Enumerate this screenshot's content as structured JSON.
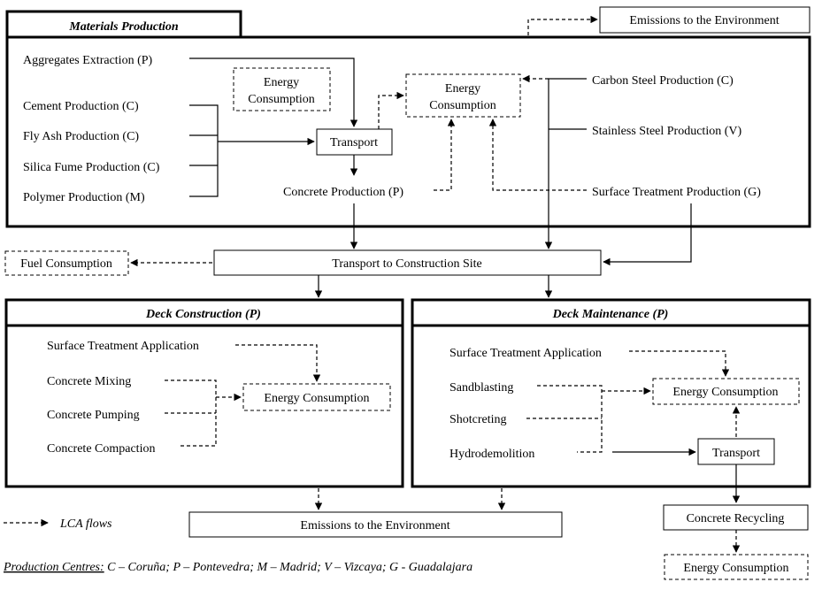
{
  "sections": {
    "materials": "Materials Production",
    "deck_construction": "Deck Construction (P)",
    "deck_maintenance": "Deck Maintenance (P)"
  },
  "materials": {
    "aggregates": "Aggregates Extraction (P)",
    "cement": "Cement Production (C)",
    "fly_ash": "Fly Ash Production (C)",
    "silica_fume": "Silica Fume Production (C)",
    "polymer": "Polymer Production (M)",
    "energy_left": [
      "Energy",
      "Consumption"
    ],
    "energy_mid": [
      "Energy",
      "Consumption"
    ],
    "transport": "Transport",
    "concrete_production": "Concrete Production (P)",
    "carbon_steel": "Carbon Steel Production (C)",
    "stainless_steel": "Stainless Steel Production (V)",
    "surface_treatment": "Surface Treatment Production (G)"
  },
  "emissions_top": "Emissions to the Environment",
  "fuel_consumption": "Fuel Consumption",
  "transport_site": "Transport to Construction Site",
  "construction": {
    "surface_treatment": "Surface Treatment Application",
    "mixing": "Concrete Mixing",
    "pumping": "Concrete Pumping",
    "compaction": "Concrete Compaction",
    "energy": "Energy Consumption"
  },
  "maintenance": {
    "surface_treatment": "Surface Treatment Application",
    "sandblasting": "Sandblasting",
    "shotcreting": "Shotcreting",
    "hydrodemolition": "Hydrodemolition",
    "energy": "Energy Consumption",
    "transport": "Transport"
  },
  "legend": "LCA flows",
  "emissions_bottom": "Emissions to the Environment",
  "recycling": "Concrete Recycling",
  "energy_bottom": "Energy Consumption",
  "footer": {
    "label": "Production Centres:",
    "text": " C – Coruña; P – Pontevedra; M – Madrid; V – Vizcaya; G - Guadalajara"
  }
}
